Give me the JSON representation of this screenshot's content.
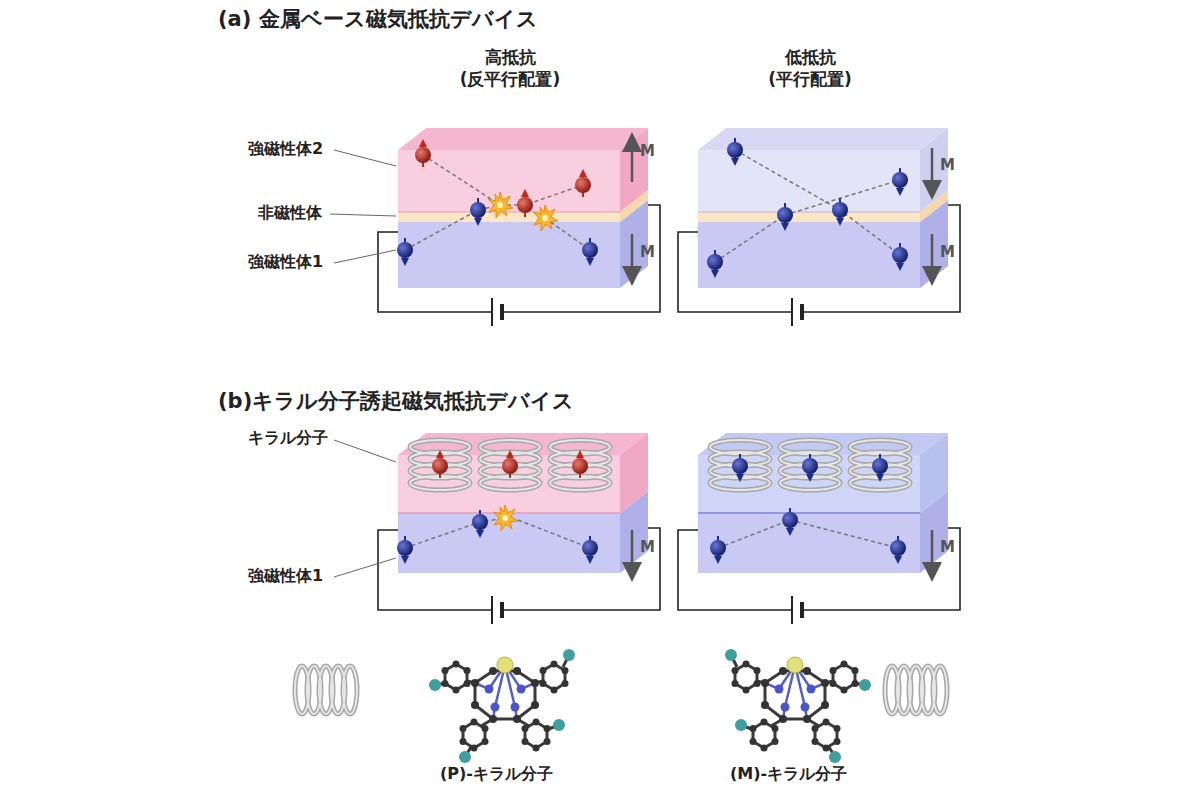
{
  "diagram": {
    "labels": [
      "(a) 金属ベース磁気抵抗デバイス",
      "高抵抗 (反平行配置)",
      "低抵抗 (平行配置)",
      "強磁性体2",
      "非磁性体",
      "強磁性体1",
      "M",
      "M",
      "M",
      "M",
      "(b)キラル分子誘起磁気抵抗デバイス",
      "キラル分子",
      "強磁性体1",
      "M",
      "M",
      "(P)-キラル分子",
      "(M)-キラル分子"
    ]
  }
}
